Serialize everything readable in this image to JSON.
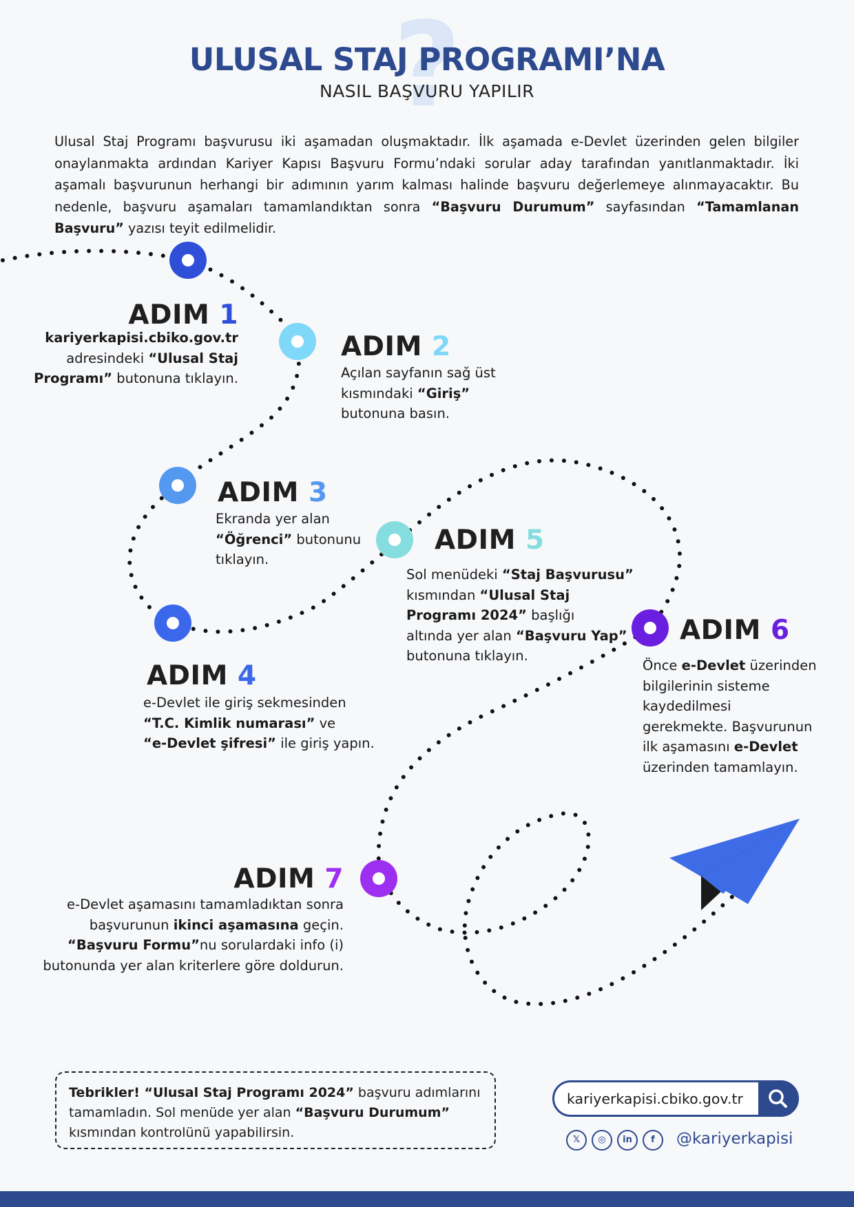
{
  "header": {
    "title": "ULUSAL STAJ PROGRAMI’NA",
    "subtitle": "NASIL BAŞVURU YAPILIR",
    "bg_mark": "?"
  },
  "intro": {
    "p1": "Ulusal Staj Programı başvurusu iki aşamadan oluşmaktadır. İlk aşamada e-Devlet üzerinden gelen bilgiler onaylanmakta ardından Kariyer Kapısı Başvuru Formu’ndaki sorular aday tarafından yanıtlanmaktadır. İki aşamalı başvurunun herhangi bir adımının yarım kalması halinde başvuru değerlemeye alınmayacaktır. Bu nedenle, başvuru aşamaları tamamlandıktan sonra ",
    "b1": "“Başvuru Durumum”",
    "p2": " sayfasından ",
    "b2": "“Tamamlanan Başvuru”",
    "p3": " yazısı teyit edilmelidir."
  },
  "colors": {
    "title": "#2d4a8f",
    "step1": "#2f4fd8",
    "step2": "#7fd8f7",
    "step3": "#5598f0",
    "step4": "#3b67ea",
    "step5": "#86dde0",
    "step6": "#6a1fe0",
    "step7": "#9d2ff0",
    "plane": "#3d6ce6"
  },
  "steps": [
    {
      "label": "ADIM",
      "num": "1",
      "lines": [
        [
          {
            "b": "kariyerkapisi.cbiko.gov.tr"
          }
        ],
        [
          {
            "t": "adresindeki "
          },
          {
            "b": "“Ulusal Staj"
          }
        ],
        [
          {
            "b": "Programı”"
          },
          {
            "t": " butonuna tıklayın."
          }
        ]
      ]
    },
    {
      "label": "ADIM",
      "num": "2",
      "lines": [
        [
          {
            "t": "Açılan sayfanın sağ üst"
          }
        ],
        [
          {
            "t": "kısmındaki "
          },
          {
            "b": "“Giriş”"
          }
        ],
        [
          {
            "t": "butonuna basın."
          }
        ]
      ]
    },
    {
      "label": "ADIM",
      "num": "3",
      "lines": [
        [
          {
            "t": "Ekranda yer alan"
          }
        ],
        [
          {
            "b": "“Öğrenci”"
          },
          {
            "t": " butonunu"
          }
        ],
        [
          {
            "t": "tıklayın."
          }
        ]
      ]
    },
    {
      "label": "ADIM",
      "num": "4",
      "lines": [
        [
          {
            "t": "e-Devlet ile giriş sekmesinden"
          }
        ],
        [
          {
            "b": "“T.C. Kimlik numarası”"
          },
          {
            "t": " ve"
          }
        ],
        [
          {
            "b": "“e-Devlet şifresi”"
          },
          {
            "t": " ile giriş yapın."
          }
        ]
      ]
    },
    {
      "label": "ADIM",
      "num": "5",
      "lines": [
        [
          {
            "t": "Sol menüdeki "
          },
          {
            "b": "“Staj Başvurusu”"
          }
        ],
        [
          {
            "t": "kısmından "
          },
          {
            "b": "“Ulusal Staj"
          }
        ],
        [
          {
            "b": "Programı 2024”"
          },
          {
            "t": " başlığı"
          }
        ],
        [
          {
            "t": "altında yer alan "
          },
          {
            "b": "“Başvuru Yap”"
          }
        ],
        [
          {
            "t": "butonuna tıklayın."
          }
        ]
      ]
    },
    {
      "label": "ADIM",
      "num": "6",
      "lines": [
        [
          {
            "t": "Önce "
          },
          {
            "b": "e-Devlet"
          },
          {
            "t": " üzerinden"
          }
        ],
        [
          {
            "t": "bilgilerinin sisteme"
          }
        ],
        [
          {
            "t": "kaydedilmesi"
          }
        ],
        [
          {
            "t": "gerekmekte. Başvurunun"
          }
        ],
        [
          {
            "t": "ilk aşamasını "
          },
          {
            "b": "e-Devlet"
          }
        ],
        [
          {
            "t": "üzerinden tamamlayın."
          }
        ]
      ]
    },
    {
      "label": "ADIM",
      "num": "7",
      "lines": [
        [
          {
            "t": "e-Devlet aşamasını tamamladıktan sonra"
          }
        ],
        [
          {
            "t": "başvurunun "
          },
          {
            "b": "ikinci aşamasına"
          },
          {
            "t": " geçin."
          }
        ],
        [
          {
            "b": "“Başvuru Formu”"
          },
          {
            "t": "nu sorulardaki info (i)"
          }
        ],
        [
          {
            "t": "butonunda yer alan kriterlere göre doldurun."
          }
        ]
      ]
    }
  ],
  "congrats": {
    "b1": "Tebrikler! “Ulusal Staj Programı 2024”",
    "t1": " başvuru adımlarını",
    "t2": " tamamladın. Sol menüde yer alan ",
    "b2": "“Başvuru Durumum”",
    "t3": "kısmından kontrolünü yapabilirsin."
  },
  "contact": {
    "url": "kariyerkapisi.cbiko.gov.tr",
    "search_icon": "search-icon",
    "socials": [
      {
        "icon": "x-icon",
        "glyph": "𝕏"
      },
      {
        "icon": "instagram-icon",
        "glyph": "◎"
      },
      {
        "icon": "linkedin-icon",
        "glyph": "in"
      },
      {
        "icon": "facebook-icon",
        "glyph": "f"
      }
    ],
    "handle": "@kariyerkapisi"
  }
}
